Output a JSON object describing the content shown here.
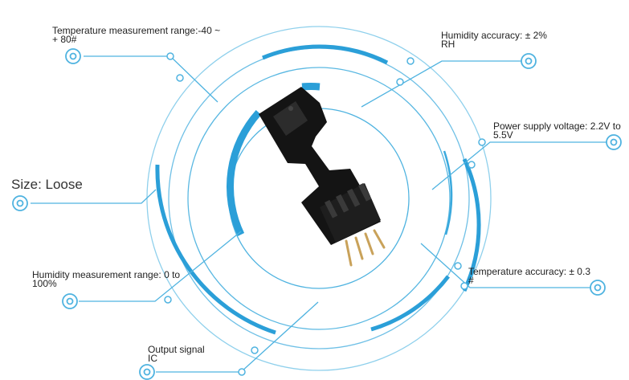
{
  "colors": {
    "ring_light": "#8fd0ec",
    "ring_mid": "#4fb3e0",
    "ring_heavy": "#2b9fd8",
    "text": "#222222",
    "board": "#141414",
    "pin": "#c9a25a"
  },
  "specs": {
    "temp_range": "Temperature measurement range:-40 ~\n+ 80#",
    "humidity_accuracy": "Humidity accuracy: ± 2%\nRH",
    "supply_voltage": "Power supply voltage: 2.2V to\n5.5V",
    "size": "Size: Loose",
    "humidity_range": "Humidity measurement range: 0 to\n100%",
    "temp_accuracy": "Temperature accuracy: ± 0.3\n#",
    "output_signal": "Output signal\nIC"
  },
  "product": {
    "icon": "sensor-module"
  }
}
